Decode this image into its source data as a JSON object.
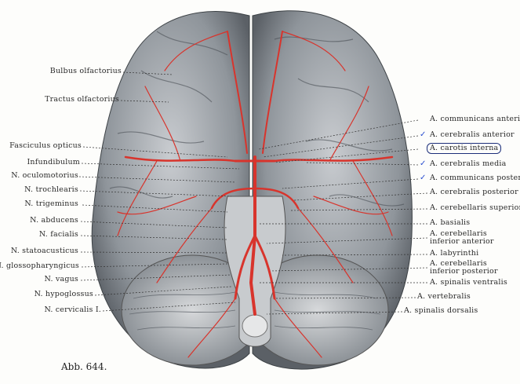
{
  "figure": {
    "caption": "Abb. 644.",
    "left_labels": [
      "Bulbus olfactorius",
      "Tractus olfactorius",
      "Fasciculus opticus",
      "Infundibulum",
      "N. oculomotorius",
      "N. trochlearis",
      "N. trigeminus",
      "N. abducens",
      "N. facialis",
      "N. statoacusticus",
      "N. glossopharyngicus",
      "N. vagus",
      "N. hypoglossus",
      "N. cervicalis I."
    ],
    "right_labels": [
      "A. communicans  anterior",
      "A. cerebralis anterior",
      "A. carotis interna",
      "A. cerebralis media",
      "A. communicans posterior",
      "A. cerebralis posterior",
      "A. cerebellaris superior",
      "A. basialis",
      "A. cerebellaris\ninferior anterior",
      "A. labyrinthi",
      "A. cerebellaris\ninferior posterior",
      "A. spinalis ventralis",
      "A. vertebralis",
      "A. spinalis dorsalis"
    ],
    "annotations": {
      "checkmark": "✓",
      "highlighted_label": "A. carotis interna"
    },
    "colors": {
      "artery": "#d8342c",
      "tissue": "#9aa0a6",
      "ink_annotation": "#1d2f7a"
    }
  }
}
